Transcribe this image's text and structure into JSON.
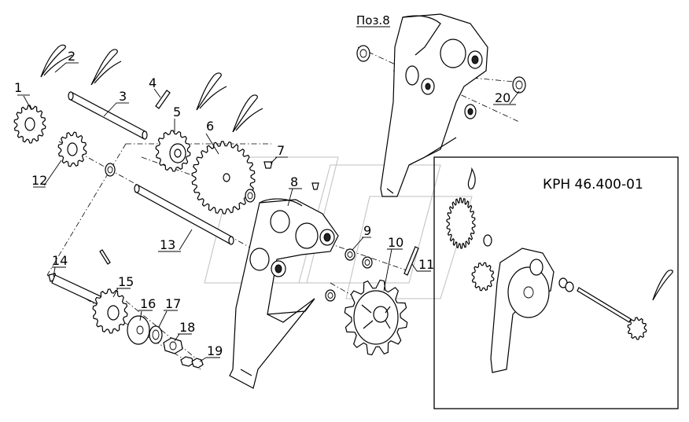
{
  "diagram": {
    "position_title": "Поз.8",
    "inset_title": "КРН 46.400-01",
    "callouts": {
      "c1": "1",
      "c2": "2",
      "c3": "3",
      "c4": "4",
      "c5": "5",
      "c6": "6",
      "c7": "7",
      "c8": "8",
      "c9": "9",
      "c10": "10",
      "c11": "11",
      "c12": "12",
      "c13": "13",
      "c14": "14",
      "c15": "15",
      "c16": "16",
      "c17": "17",
      "c18": "18",
      "c19": "19",
      "c20": "20"
    }
  }
}
